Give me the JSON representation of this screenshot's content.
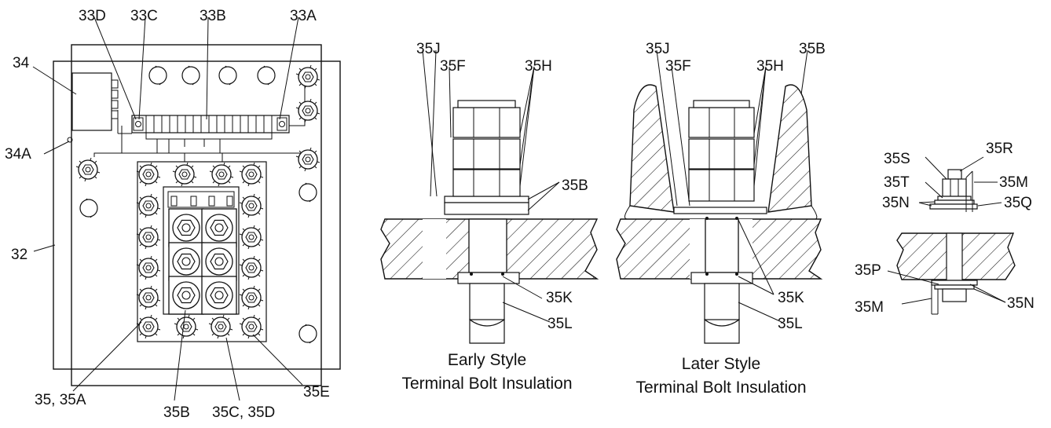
{
  "panel_labels": {
    "l33d": "33D",
    "l33c": "33C",
    "l33b": "33B",
    "l33a": "33A",
    "l34": "34",
    "l34a": "34A",
    "l32": "32",
    "l35_35a": "35, 35A",
    "l35b": "35B",
    "l35c_35d": "35C, 35D",
    "l35e": "35E"
  },
  "early_style": {
    "caption_line1": "Early Style",
    "caption_line2": "Terminal Bolt Insulation",
    "l35j": "35J",
    "l35f": "35F",
    "l35h": "35H",
    "l35b": "35B",
    "l35k": "35K",
    "l35l": "35L"
  },
  "later_style": {
    "caption_line1": "Later Style",
    "caption_line2": "Terminal Bolt Insulation",
    "l35j": "35J",
    "l35f": "35F",
    "l35h": "35H",
    "l35b": "35B",
    "l35k": "35K",
    "l35l": "35L"
  },
  "small_detail": {
    "l35s": "35S",
    "l35r": "35R",
    "l35t": "35T",
    "l35m_top": "35M",
    "l35n_top": "35N",
    "l35q": "35Q",
    "l35p": "35P",
    "l35m_bottom": "35M",
    "l35n_bottom": "35N"
  },
  "icons": {
    "terminal_stud": "hex-nut-stud-icon",
    "mount_hole": "mount-hole-icon"
  }
}
